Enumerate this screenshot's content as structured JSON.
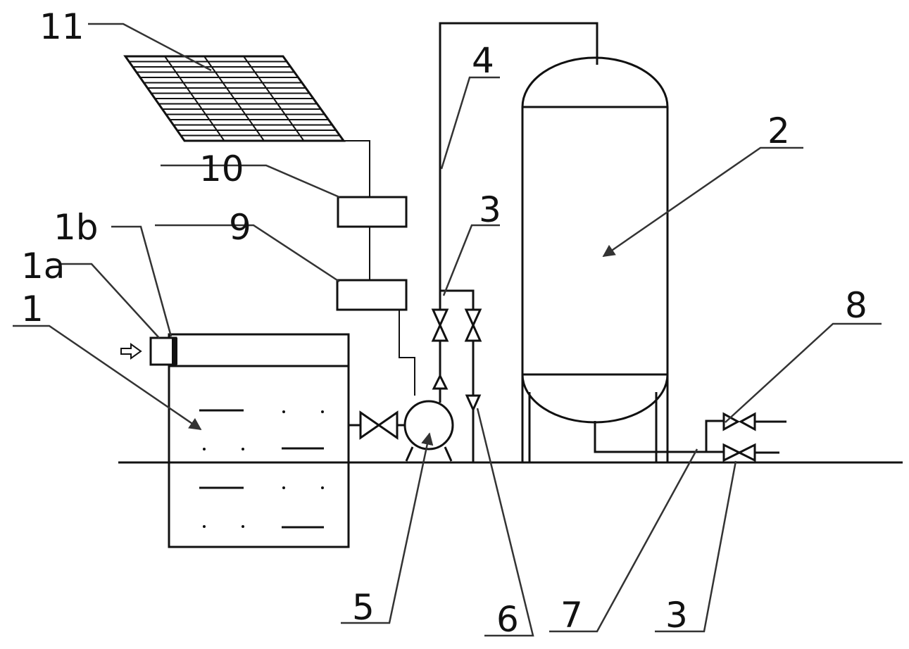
{
  "labels": {
    "l11": "11",
    "l10": "10",
    "l9": "9",
    "l1b": "1b",
    "l1a": "1a",
    "l1": "1",
    "l4": "4",
    "l3_top": "3",
    "l2": "2",
    "l8": "8",
    "l5": "5",
    "l6": "6",
    "l7": "7",
    "l3_bottom": "3"
  },
  "icons": {
    "solar_panel": "solar-panel-icon",
    "pump": "pump-icon",
    "valve": "valve-icon",
    "check_valve": "check-valve-icon",
    "inlet_arrow": "arrow-right-icon"
  },
  "colors": {
    "line": "#111111",
    "background": "#ffffff"
  }
}
